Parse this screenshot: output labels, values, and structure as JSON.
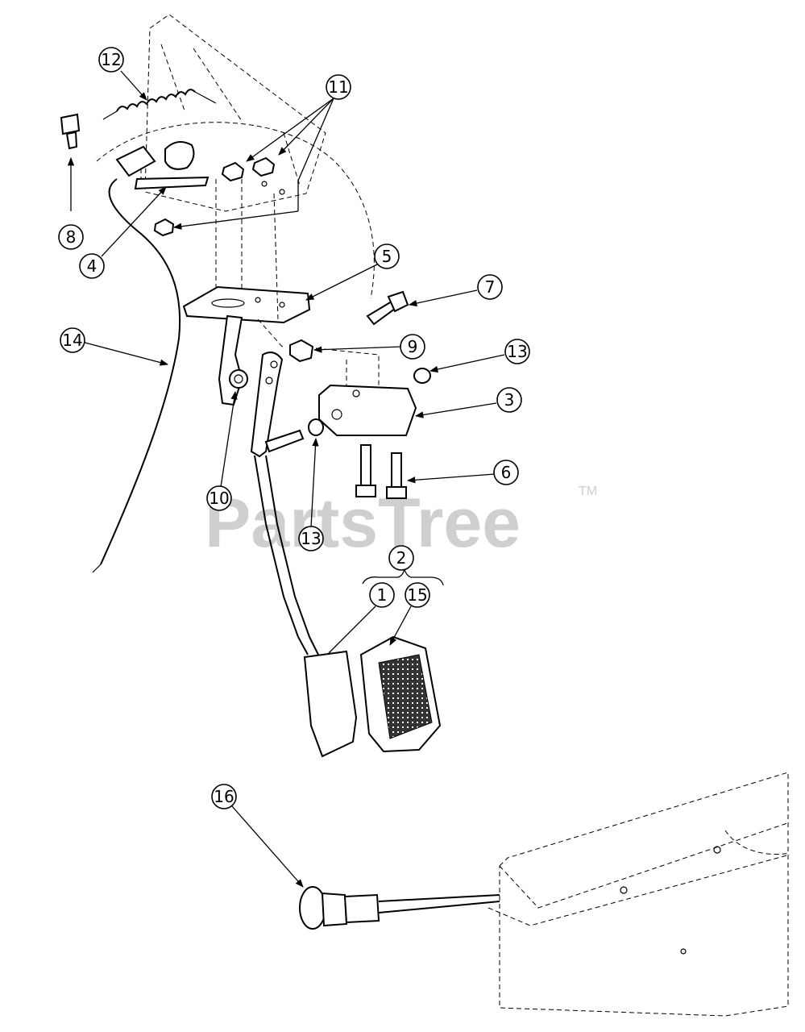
{
  "watermark": {
    "text": "PartsTree",
    "trademark": "TM"
  },
  "callouts": {
    "c1": "1",
    "c2": "2",
    "c3": "3",
    "c4": "4",
    "c5": "5",
    "c6": "6",
    "c7": "7",
    "c8": "8",
    "c9": "9",
    "c10": "10",
    "c11": "11",
    "c12": "12",
    "c13a": "13",
    "c13b": "13",
    "c14": "14",
    "c15": "15",
    "c16": "16"
  },
  "colors": {
    "line": "#000000",
    "watermark": "#cfcfcf",
    "background": "#ffffff"
  }
}
